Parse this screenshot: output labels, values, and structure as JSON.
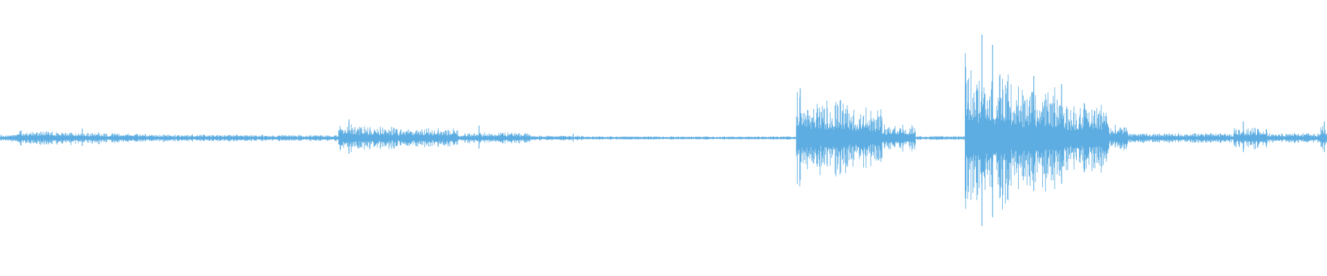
{
  "waveform": {
    "color": "#5dade2",
    "background": "#ffffff",
    "segments": [
      {
        "from": 0.0,
        "to": 0.012,
        "amp": 0.03
      },
      {
        "from": 0.012,
        "to": 0.04,
        "amp": 0.06
      },
      {
        "from": 0.04,
        "to": 0.075,
        "amp": 0.055
      },
      {
        "from": 0.075,
        "to": 0.11,
        "amp": 0.04
      },
      {
        "from": 0.11,
        "to": 0.18,
        "amp": 0.03
      },
      {
        "from": 0.18,
        "to": 0.255,
        "amp": 0.025
      },
      {
        "from": 0.255,
        "to": 0.265,
        "amp": 0.14
      },
      {
        "from": 0.265,
        "to": 0.3,
        "amp": 0.1
      },
      {
        "from": 0.3,
        "to": 0.345,
        "amp": 0.08
      },
      {
        "from": 0.345,
        "to": 0.4,
        "amp": 0.045
      },
      {
        "from": 0.4,
        "to": 0.44,
        "amp": 0.02
      },
      {
        "from": 0.44,
        "to": 0.6,
        "amp": 0.012
      },
      {
        "from": 0.6,
        "to": 0.604,
        "amp": 0.42
      },
      {
        "from": 0.604,
        "to": 0.64,
        "amp": 0.34
      },
      {
        "from": 0.64,
        "to": 0.665,
        "amp": 0.25
      },
      {
        "from": 0.665,
        "to": 0.69,
        "amp": 0.12
      },
      {
        "from": 0.69,
        "to": 0.727,
        "amp": 0.015
      },
      {
        "from": 0.727,
        "to": 0.735,
        "amp": 0.72
      },
      {
        "from": 0.735,
        "to": 0.76,
        "amp": 0.6
      },
      {
        "from": 0.76,
        "to": 0.8,
        "amp": 0.46
      },
      {
        "from": 0.8,
        "to": 0.835,
        "amp": 0.33
      },
      {
        "from": 0.835,
        "to": 0.85,
        "amp": 0.12
      },
      {
        "from": 0.85,
        "to": 0.93,
        "amp": 0.04
      },
      {
        "from": 0.93,
        "to": 0.955,
        "amp": 0.09
      },
      {
        "from": 0.955,
        "to": 0.995,
        "amp": 0.04
      },
      {
        "from": 0.995,
        "to": 1.0,
        "amp": 0.12
      }
    ],
    "peaks": [
      {
        "at": 0.062,
        "amp": 0.09
      },
      {
        "at": 0.263,
        "amp": 0.18
      },
      {
        "at": 0.361,
        "amp": 0.12
      },
      {
        "at": 0.432,
        "amp": 0.04
      },
      {
        "at": 0.603,
        "amp": 0.48
      },
      {
        "at": 0.74,
        "amp": 1.0
      },
      {
        "at": 0.748,
        "amp": 0.9
      },
      {
        "at": 0.779,
        "amp": 0.6
      },
      {
        "at": 0.8,
        "amp": 0.52
      },
      {
        "at": 0.937,
        "amp": 0.16
      },
      {
        "at": 0.998,
        "amp": 0.16
      }
    ]
  }
}
